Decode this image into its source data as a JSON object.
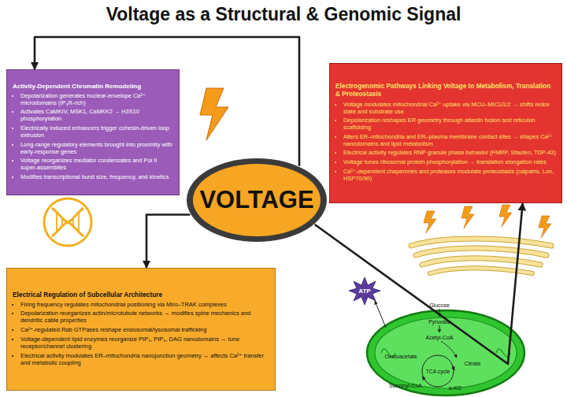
{
  "diagram": {
    "title": "Voltage as a Structural & Genomic Signal",
    "nodes": [
      {
        "text": [
          "Activity-Dependent Chromatin Remodeling",
          "Depolarization generates nuclear-envelope Ca²⁺ microdomains (IP₃R-rich)",
          "Activates CaMKIV, MSK1, CaMKK2 → H3S10 phosphorylation",
          "Electrically induced enhancers trigger cohesin-driven loop extrusion",
          "Long-range regulatory elements brought into proximity with early-response genes",
          "Voltage reorganizes mediator condensates and Pol II super-assemblies",
          "Modifies transcriptional burst size, frequency, and kinetics"
        ]
      },
      {
        "text": [
          "Electrogenomic Pathways Linking Voltage to Metabolism, Translation & Proteostasis",
          "Voltage modulates mitochondrial Ca²⁺ uptake via MCU–MICU1/2 → shifts redox state and substrate use",
          "Depolarization reshapes ER geometry through atlastin fusion and reticulon scaffolding",
          "Alters ER–mitochondria and ER–plasma membrane contact sites → shapes Ca²⁺ nanodomains and lipid metabolism",
          "Electrical activity regulates RNP granule phase behavior (FMRP, Staufen, TDP-43)",
          "Voltage tunes ribosomal protein phosphorylation → translation elongation rates",
          "Ca²⁺-dependent chaperones and proteases modulate proteostasis (calpains, Lon, HSP70/90)"
        ]
      },
      {
        "text": [
          "VOLTAGE"
        ]
      },
      {
        "text": [
          "Electrical Regulation of Subcellular Architecture",
          "Firing frequency regulates mitochondrial positioning via Miro–TRAK complexes",
          "Depolarization reorganizes actin/microtubule networks → modifies spine mechanics and dendritic cable properties",
          "Ca²⁺-regulated Rab GTPases reshape endosomal/lysosomal trafficking",
          "Voltage-dependent lipid enzymes reorganize PIP₂, PIP₃, DAG nanodomains → tune receptor/channel clustering",
          "Electrical activity modulates ER–mitochondria nanojunction geometry → affects Ca²⁺ transfer and metabolic coupling"
        ]
      }
    ],
    "edges": [
      {
        "from": 2,
        "to": 0,
        "arrow": "to"
      },
      {
        "from": 2,
        "to": 1,
        "arrow": "to"
      },
      {
        "from": 2,
        "to": 3,
        "arrow": "to"
      }
    ],
    "labels": [
      "ATP",
      "Glucose",
      "Pyruvate",
      "Acetyl-CoA",
      "Oxaloacetate",
      "Citrate",
      "TCA cycle",
      "Succinyl-CoA",
      "α-KG"
    ]
  }
}
